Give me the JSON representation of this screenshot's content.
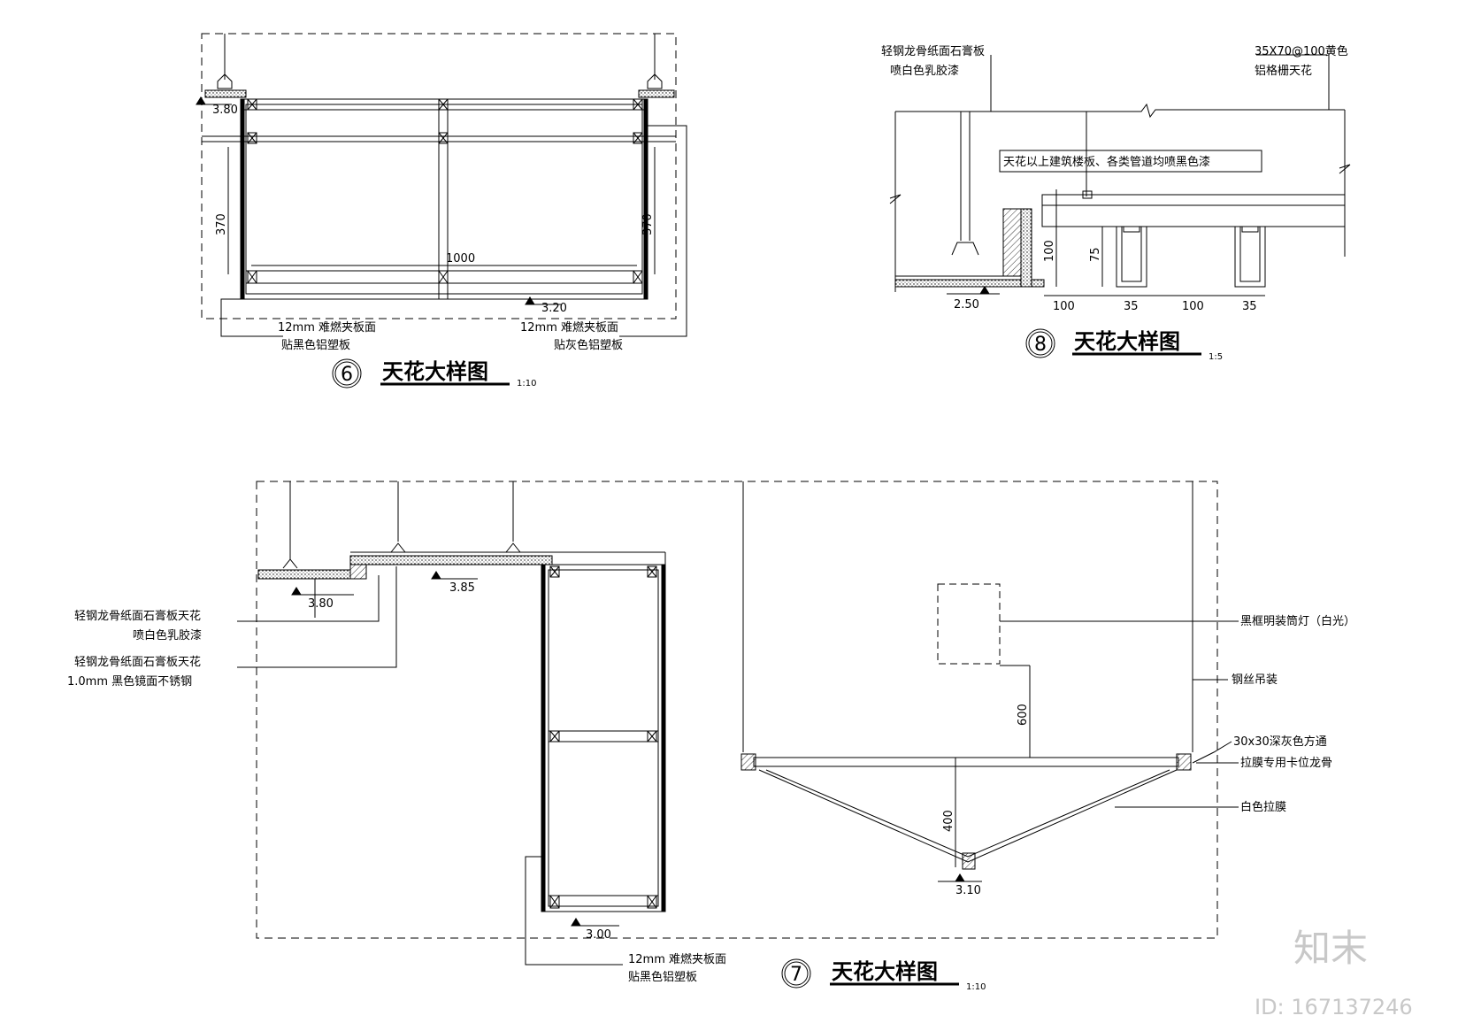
{
  "detail6": {
    "number": "6",
    "title": "天花大样图",
    "scale": "1:10",
    "level_top": "3.80",
    "level_bottom": "3.20",
    "dim_width": "1000",
    "dim_height_left": "370",
    "dim_height_right": "370",
    "note_left_1": "12mm 难燃夹板面",
    "note_left_2": "贴黑色铝塑板",
    "note_right_1": "12mm 难燃夹板面",
    "note_right_2": "贴灰色铝塑板"
  },
  "detail8": {
    "number": "8",
    "title": "天花大样图",
    "scale": "1:5",
    "note_tl_1": "轻钢龙骨纸面石膏板",
    "note_tl_2": "喷白色乳胶漆",
    "note_tr_1": "35X70@100黄色",
    "note_tr_2": "铝格栅天花",
    "note_box": "天花以上建筑楼板、各类管道均喷黑色漆",
    "level": "2.50",
    "dim_height": "100",
    "dim_slat": "75",
    "dims_bottom": [
      "100",
      "35",
      "100",
      "35"
    ]
  },
  "detail7": {
    "number": "7",
    "title": "天花大样图",
    "scale": "1:10",
    "level_a": "3.80",
    "level_b": "3.85",
    "level_c": "3.00",
    "level_d": "3.10",
    "note_l1_1": "轻钢龙骨纸面石膏板天花",
    "note_l1_2": "喷白色乳胶漆",
    "note_l2_1": "轻钢龙骨纸面石膏板天花",
    "note_l2_2": "1.0mm 黑色镜面不锈钢",
    "note_bottom_1": "12mm 难燃夹板面",
    "note_bottom_2": "贴黑色铝塑板",
    "note_r1": "黑框明装筒灯（白光）",
    "note_r2": "钢丝吊装",
    "note_r3_1": "30x30深灰色方通",
    "note_r3_2": "拉膜专用卡位龙骨",
    "note_r4": "白色拉膜",
    "dim_600": "600",
    "dim_400": "400"
  },
  "watermark": {
    "logo": "知末",
    "id": "ID: 167137246"
  }
}
